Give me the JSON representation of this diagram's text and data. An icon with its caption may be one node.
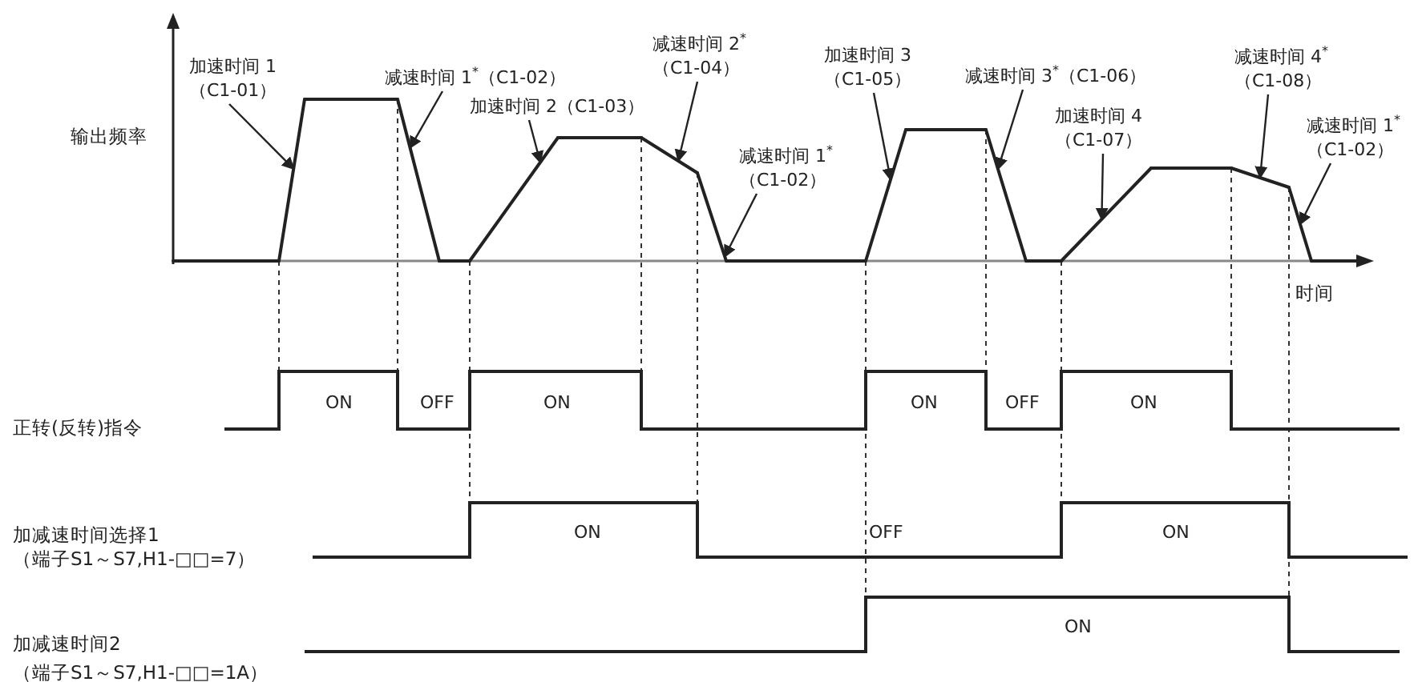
{
  "diagram": {
    "nodes": [
      {
        "text": [
          "加速时间 1 （C1-01）"
        ]
      },
      {
        "text": [
          "减速时间 1$^{*}$（C1-02）"
        ]
      },
      {
        "text": [
          "加速时间 2（C1-03）"
        ]
      },
      {
        "text": [
          "减速时间 2$^{*}$ （C1-04）"
        ]
      },
      {
        "text": [
          "减速时间 1$^{*}$ （C1-02）"
        ]
      },
      {
        "text": [
          "加速时间 3 （C1-05）"
        ]
      },
      {
        "text": [
          "减速时间 3$^{*}$（C1-06）"
        ]
      },
      {
        "text": [
          "加速时间 4 （C1-07）"
        ]
      },
      {
        "text": [
          "减速时间 4$^{*}$ （C1-08）"
        ]
      },
      {
        "text": [
          "减速时间 1$^{*}$ （C1-02）"
        ]
      },
      {
        "text": [],
        "shape": "line"
      },
      {
        "text": [],
        "shape": "line"
      },
      {
        "text": [],
        "shape": "line"
      },
      {
        "text": [],
        "shape": "line"
      },
      {
        "text": [],
        "shape": "line"
      },
      {
        "text": [],
        "shape": "line"
      },
      {
        "text": [],
        "shape": "line"
      },
      {
        "text": [],
        "shape": "line"
      },
      {
        "text": [],
        "shape": "line"
      },
      {
        "text": [],
        "shape": "line"
      }
    ],
    "edges": [
      {
        "from": 0,
        "to": 10,
        "arrow": "to"
      },
      {
        "from": 1,
        "to": 11,
        "arrow": "to"
      },
      {
        "from": 2,
        "to": 12,
        "arrow": "to"
      },
      {
        "from": 3,
        "to": 13,
        "arrow": "to"
      },
      {
        "from": 4,
        "to": 14,
        "arrow": "to"
      },
      {
        "from": 5,
        "to": 15,
        "arrow": "to"
      },
      {
        "from": 6,
        "to": 16,
        "arrow": "to"
      },
      {
        "from": 7,
        "to": 17,
        "arrow": "to"
      },
      {
        "from": 8,
        "to": 18,
        "arrow": "to"
      },
      {
        "from": 9,
        "to": 19,
        "arrow": "to"
      }
    ],
    "labels": [
      "输出频率",
      "时间",
      "正转(反转)指令",
      "ON",
      "OFF",
      "ON",
      "ON",
      "OFF",
      "ON",
      "加减速时间选择1",
      "（端子S1～S7,H1-□□=7）",
      "ON",
      "OFF",
      "ON",
      "加减速时间2",
      "（端子S1～S7,H1-□□=1A）",
      "ON"
    ]
  }
}
